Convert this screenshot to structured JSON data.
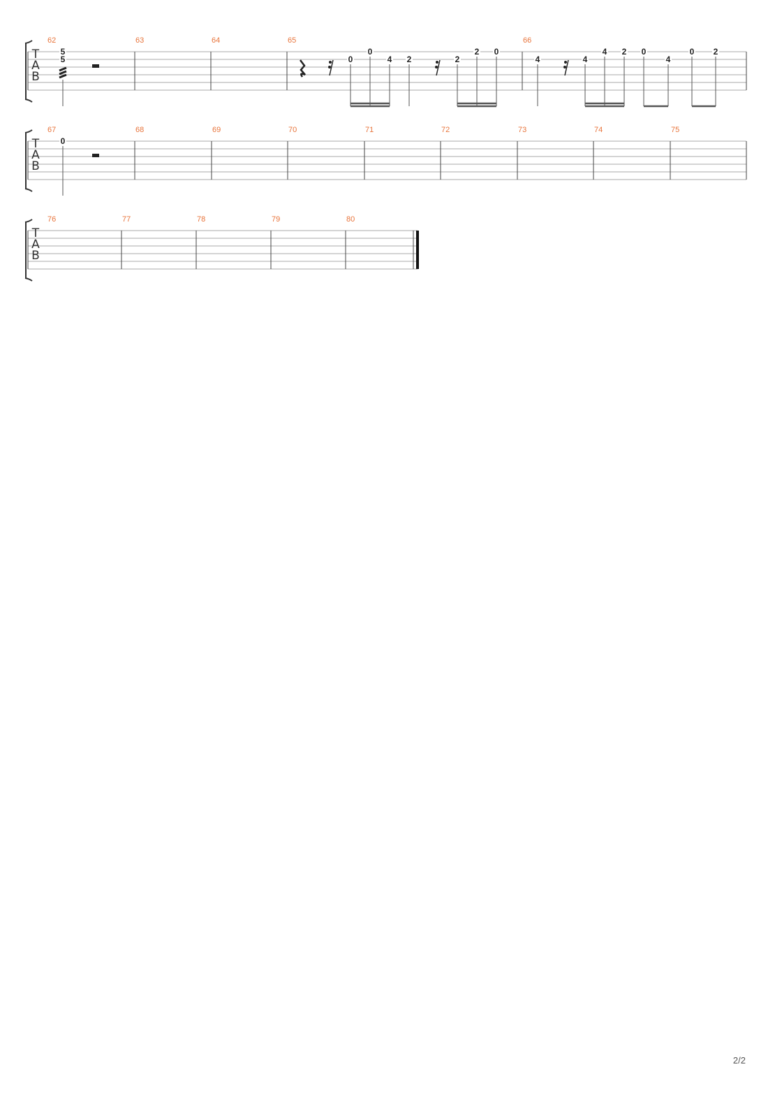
{
  "page": {
    "number_label": "2/2"
  },
  "colors": {
    "measure_number": "#e8743b",
    "staff_line": "#aaaaaa",
    "barline": "#444444",
    "notes": "#222222"
  },
  "clef": {
    "letters": [
      "T",
      "A",
      "B"
    ]
  },
  "systems": [
    {
      "measures": [
        {
          "number": "62",
          "events": [
            {
              "type": "chord",
              "frets": [
                {
                  "string": 1,
                  "fret": "5"
                },
                {
                  "string": 2,
                  "fret": "5"
                }
              ],
              "duration": "tremolo"
            },
            {
              "type": "half-rest"
            }
          ]
        },
        {
          "number": "63",
          "events": []
        },
        {
          "number": "64",
          "events": []
        },
        {
          "number": "65",
          "events": [
            {
              "type": "quarter-rest"
            },
            {
              "type": "sixteenth-rest"
            },
            {
              "type": "note",
              "string": 2,
              "fret": "0",
              "beam": "a"
            },
            {
              "type": "note",
              "string": 1,
              "fret": "0",
              "beam": "a"
            },
            {
              "type": "note",
              "string": 2,
              "fret": "4",
              "beam": "a"
            },
            {
              "type": "note",
              "string": 2,
              "fret": "2"
            },
            {
              "type": "sixteenth-rest"
            },
            {
              "type": "note",
              "string": 2,
              "fret": "2",
              "beam": "b"
            },
            {
              "type": "note",
              "string": 1,
              "fret": "2",
              "beam": "b"
            },
            {
              "type": "note",
              "string": 1,
              "fret": "0",
              "beam": "b"
            }
          ]
        },
        {
          "number": "66",
          "events": [
            {
              "type": "note",
              "string": 2,
              "fret": "4"
            },
            {
              "type": "sixteenth-rest"
            },
            {
              "type": "note",
              "string": 2,
              "fret": "4",
              "beam": "c"
            },
            {
              "type": "note",
              "string": 1,
              "fret": "4",
              "beam": "c"
            },
            {
              "type": "note",
              "string": 1,
              "fret": "2",
              "beam": "c"
            },
            {
              "type": "note",
              "string": 1,
              "fret": "0",
              "beam": "d"
            },
            {
              "type": "note",
              "string": 2,
              "fret": "4",
              "beam": "d"
            },
            {
              "type": "note",
              "string": 1,
              "fret": "0",
              "beam": "e"
            },
            {
              "type": "note",
              "string": 1,
              "fret": "2",
              "beam": "e"
            }
          ]
        }
      ]
    },
    {
      "measures": [
        {
          "number": "67",
          "events": [
            {
              "type": "note",
              "string": 1,
              "fret": "0"
            },
            {
              "type": "half-rest"
            }
          ]
        },
        {
          "number": "68",
          "events": []
        },
        {
          "number": "69",
          "events": []
        },
        {
          "number": "70",
          "events": []
        },
        {
          "number": "71",
          "events": []
        },
        {
          "number": "72",
          "events": []
        },
        {
          "number": "73",
          "events": []
        },
        {
          "number": "74",
          "events": []
        },
        {
          "number": "75",
          "events": []
        }
      ]
    },
    {
      "final_barline": true,
      "measures": [
        {
          "number": "76",
          "events": []
        },
        {
          "number": "77",
          "events": []
        },
        {
          "number": "78",
          "events": []
        },
        {
          "number": "79",
          "events": []
        },
        {
          "number": "80",
          "events": []
        }
      ]
    }
  ]
}
